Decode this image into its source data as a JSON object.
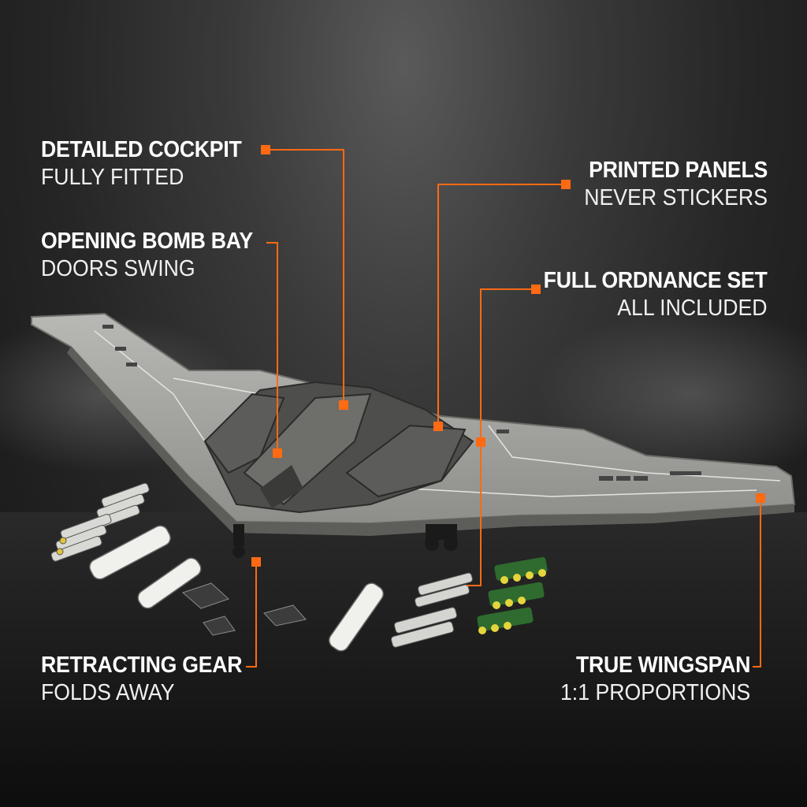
{
  "accent_color": "#ff6a13",
  "callouts": {
    "cockpit": {
      "title": "DETAILED COCKPIT",
      "subtitle": "FULLY FITTED"
    },
    "bomb_bay": {
      "title": "OPENING BOMB BAY",
      "subtitle": "DOORS SWING"
    },
    "panels": {
      "title": "PRINTED PANELS",
      "subtitle": "NEVER STICKERS"
    },
    "ordnance": {
      "title": "FULL ORDNANCE SET",
      "subtitle": "ALL INCLUDED"
    },
    "gear": {
      "title": "RETRACTING GEAR",
      "subtitle": "FOLDS AWAY"
    },
    "wingspan": {
      "title": "TRUE WINGSPAN",
      "subtitle": "1:1 PROPORTIONS"
    }
  }
}
